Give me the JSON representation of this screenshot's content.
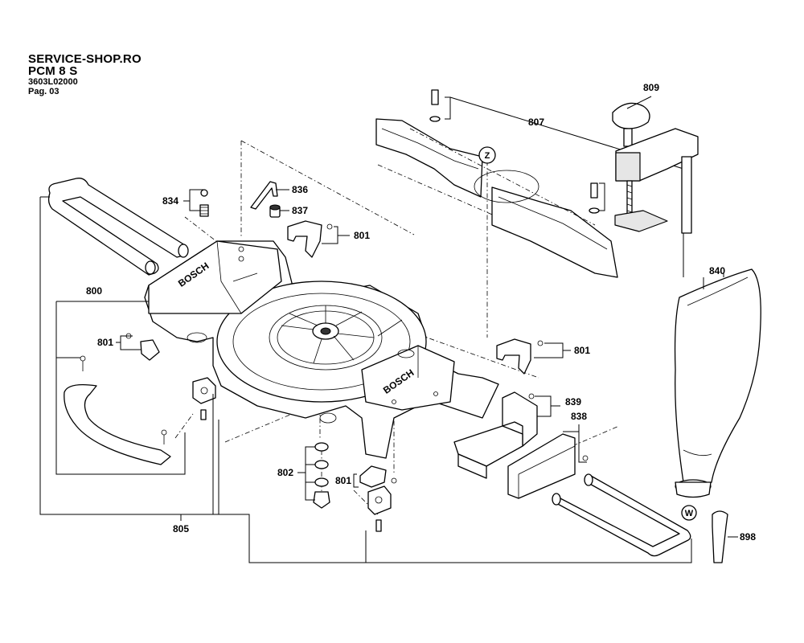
{
  "header": {
    "site": "SERVICE-SHOP.RO",
    "model": "PCM 8 S",
    "code": "3603L02000",
    "page": "Pag. 03"
  },
  "brand": "BOSCH",
  "callouts": {
    "z": "Z",
    "w": "W"
  },
  "parts": {
    "p809": "809",
    "p807": "807",
    "p834": "834",
    "p836": "836",
    "p837": "837",
    "p801a": "801",
    "p840": "840",
    "p800": "800",
    "p801b": "801",
    "p801c": "801",
    "p839": "839",
    "p838": "838",
    "p802": "802",
    "p801d": "801",
    "p805": "805",
    "p898": "898"
  }
}
